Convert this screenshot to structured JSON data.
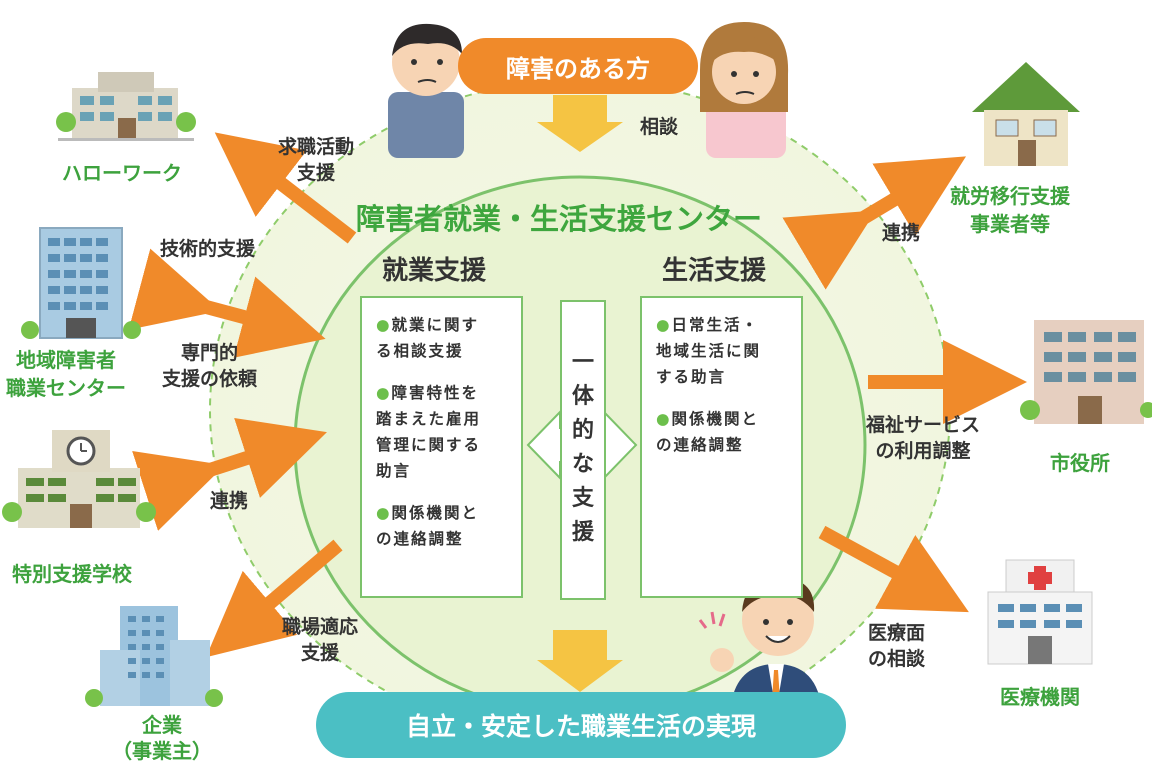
{
  "top_banner": "障害のある方",
  "bottom_banner": "自立・安定した職業生活の実現",
  "center_title": "障害者就業・生活支援センター",
  "consult_label": "相談",
  "left_panel": {
    "heading": "就業支援",
    "items": [
      {
        "bullet": "●",
        "text1": "就業に関す",
        "text2": "る相談支援"
      },
      {
        "bullet": "●",
        "text1": "障害特性を",
        "text2": "踏まえた雇用",
        "text3": "管理に関する",
        "text4": "助言"
      },
      {
        "bullet": "●",
        "text1": "関係機関と",
        "text2": "の連絡調整"
      }
    ]
  },
  "right_panel": {
    "heading": "生活支援",
    "items": [
      {
        "bullet": "●",
        "text1": "日常生活・",
        "text2": "地域生活に関",
        "text3": "する助言"
      },
      {
        "bullet": "●",
        "text1": "関係機関と",
        "text2": "の連絡調整"
      }
    ]
  },
  "middle_vertical": [
    "一",
    "体",
    "的",
    "な",
    "支",
    "援"
  ],
  "orgs": {
    "hellowork": "ハローワーク",
    "chiiki_1": "地域障害者",
    "chiiki_2": "職業センター",
    "school": "特別支援学校",
    "company_1": "企業",
    "company_2": "（事業主）",
    "shuro_1": "就労移行支援",
    "shuro_2": "事業者等",
    "cityhall": "市役所",
    "hospital": "医療機関"
  },
  "arrow_labels": {
    "kyushoku_1": "求職活動",
    "kyushoku_2": "支援",
    "gijutsu": "技術的支援",
    "senmon_1": "専門的",
    "senmon_2": "支援の依頼",
    "renkei_left": "連携",
    "shokuba_1": "職場適応",
    "shokuba_2": "支援",
    "renkei_right": "連携",
    "fukushi_1": "福祉サービス",
    "fukushi_2": "の利用調整",
    "iryo_1": "医療面",
    "iryo_2": "の相談"
  },
  "colors": {
    "orange": "#f08a2a",
    "green": "#3ea63e",
    "light_green": "#eaf3d4",
    "yellow_arrow": "#f5c443",
    "teal": "#4bbfc4"
  }
}
